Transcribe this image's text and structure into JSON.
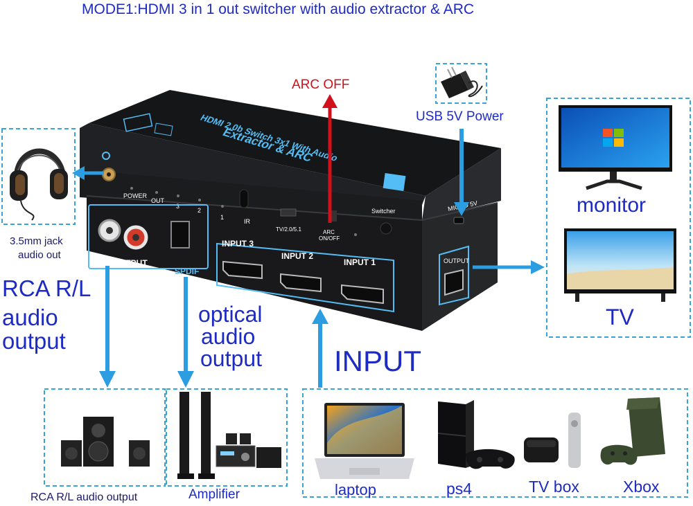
{
  "title": "MODE1:HDMI 3 in 1 out switcher with audio extractor & ARC",
  "labels": {
    "arc_off": "ARC OFF",
    "usb_power": "USB 5V Power",
    "monitor": "monitor",
    "tv": "TV",
    "jack_line1": "3.5mm jack",
    "jack_line2": "audio out",
    "rca_line1": "RCA R/L",
    "rca_line2": "audio",
    "rca_line3": "output",
    "optical_line1": "optical",
    "optical_line2": "audio",
    "optical_line3": "output",
    "input": "INPUT",
    "rca_bottom": "RCA R/L audio output",
    "amplifier": "Amplifier",
    "laptop": "laptop",
    "ps4": "ps4",
    "tv_box": "TV box",
    "xbox": "Xbox"
  },
  "device": {
    "top_line1": "HDMI 2.0b Switch 3x1 With Audio",
    "top_line2": "Extractor & ARC",
    "power": "POWER",
    "out": "OUT",
    "led3": "3",
    "led2": "2",
    "led1": "1",
    "ir": "IR",
    "tv_mode": "TV/2.0/5.1",
    "arc_onoff_1": "ARC",
    "arc_onoff_2": "ON/OFF",
    "switcher": "Switcher",
    "micro_usb": "MICRO 5V",
    "lr_output": "L/R-OUTPUT",
    "spdif": "SPDIF",
    "input3": "INPUT 3",
    "input2": "INPUT 2",
    "input1": "INPUT 1",
    "output": "OUTPUT"
  },
  "colors": {
    "label_blue": "#1d2bc4",
    "arrow_blue": "#2b9de0",
    "arc_red": "#d0101a",
    "dashed_border": "#3aa3d6",
    "device_body": "#1b1c1e",
    "device_print": "#55bdf5"
  },
  "icons": [
    "headphones-icon",
    "power-adapter-icon",
    "monitor-icon",
    "tv-icon",
    "speakers-icon",
    "amplifier-icon",
    "laptop-icon",
    "ps4-icon",
    "tv-box-icon",
    "xbox-icon"
  ]
}
